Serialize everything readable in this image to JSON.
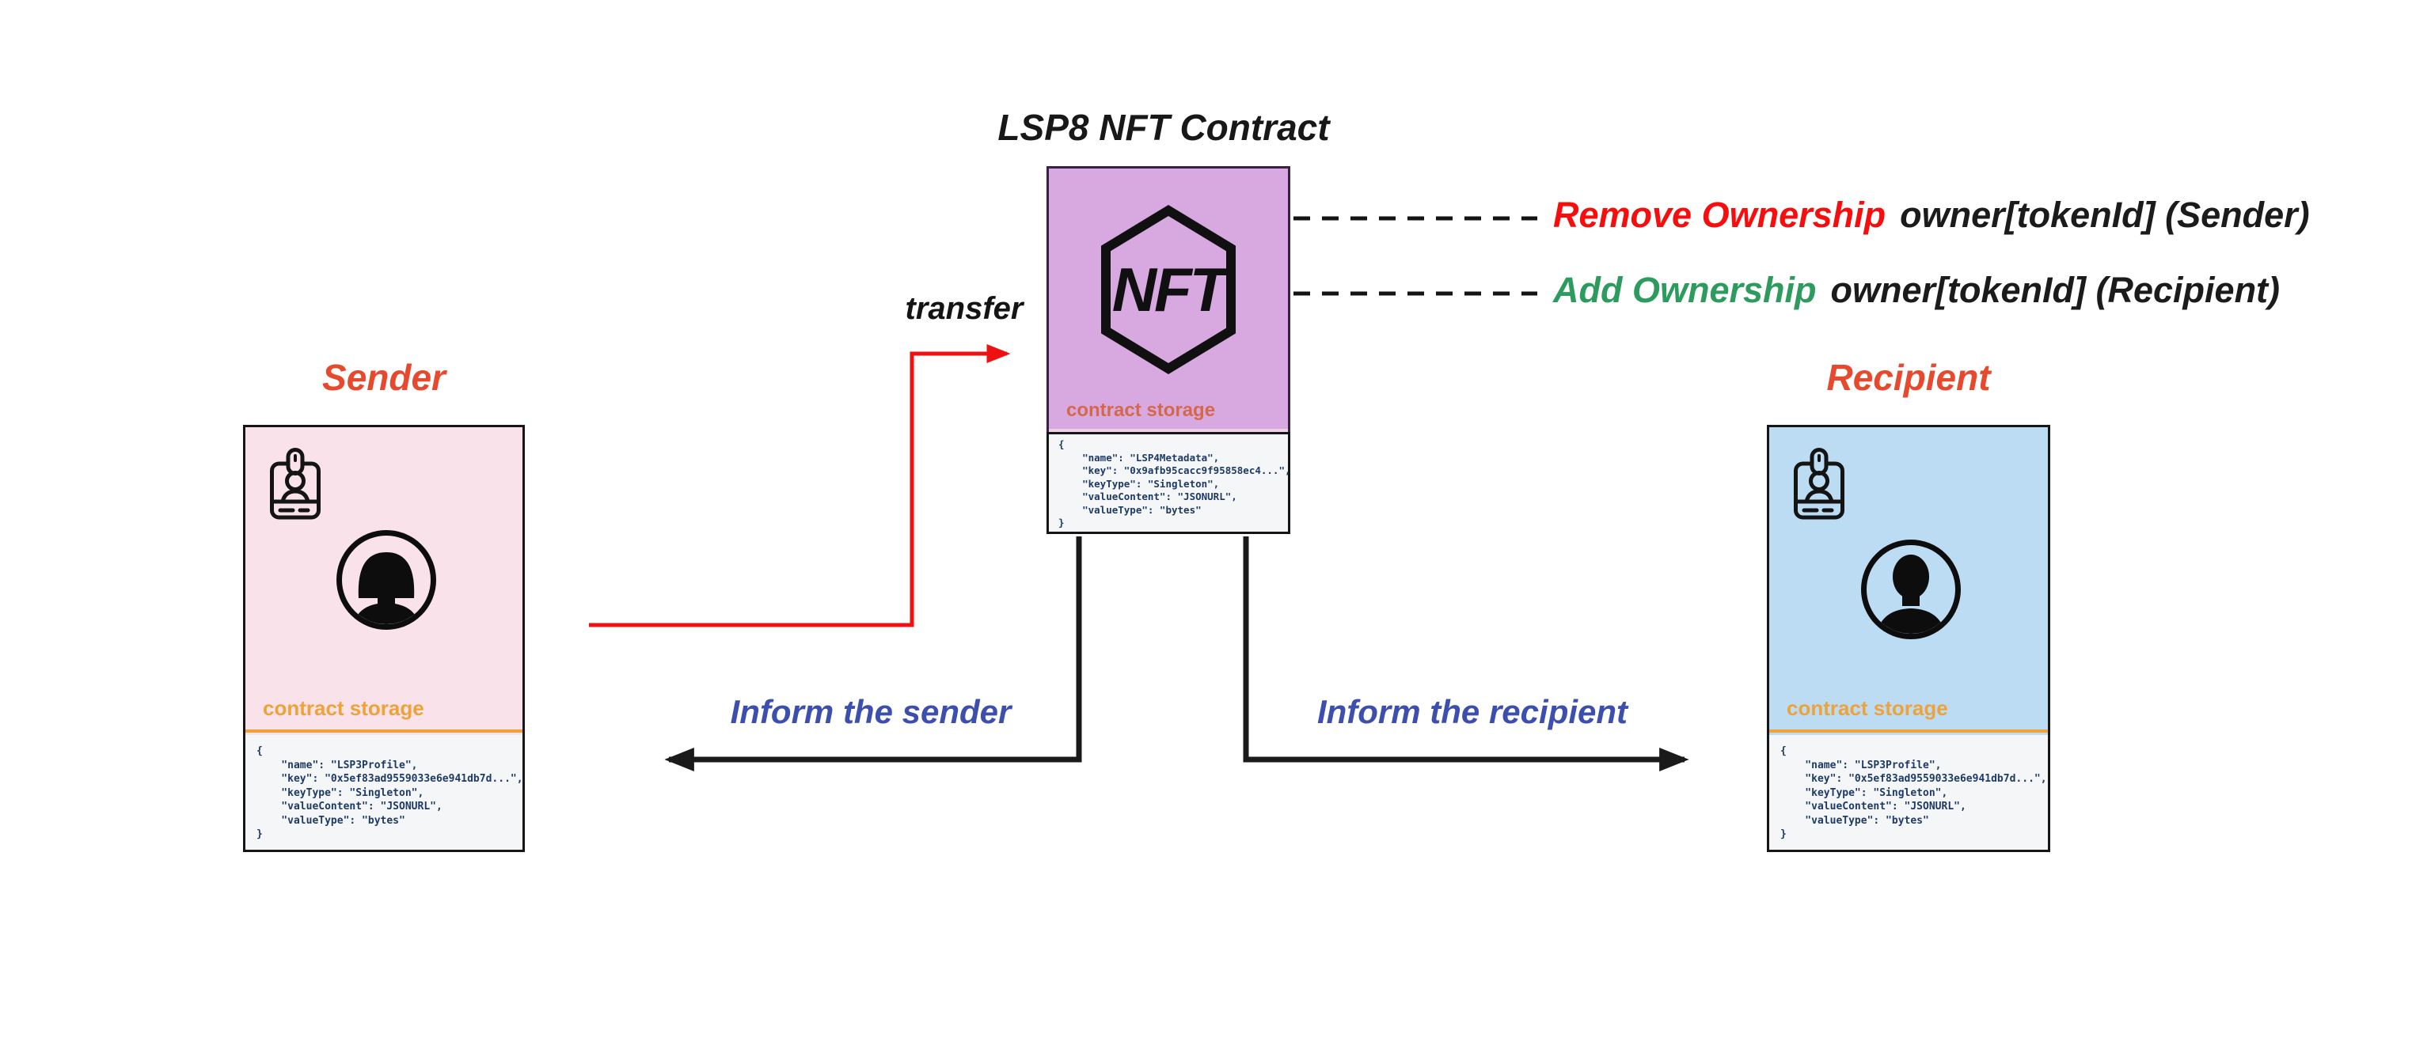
{
  "diagram": {
    "title": "LSP8 NFT Contract",
    "transfer_label": "transfer",
    "inform_sender": "Inform the sender",
    "inform_recipient": "Inform the recipient",
    "annotations": {
      "remove": {
        "action": "Remove Ownership",
        "detail": "owner[tokenId] (Sender)"
      },
      "add": {
        "action": "Add Ownership",
        "detail": "owner[tokenId] (Recipient)"
      }
    }
  },
  "sender": {
    "title": "Sender",
    "storage_label": "contract storage",
    "storage_json": "{\n    \"name\": \"LSP3Profile\",\n    \"key\": \"0x5ef83ad9559033e6e941db7d...\",\n    \"keyType\": \"Singleton\",\n    \"valueContent\": \"JSONURL\",\n    \"valueType\": \"bytes\"\n}"
  },
  "nft_contract": {
    "logo_text": "NFT",
    "storage_label": "contract storage",
    "storage_json": "{\n    \"name\": \"LSP4Metadata\",\n    \"key\": \"0x9afb95cacc9f95858ec4...\",\n    \"keyType\": \"Singleton\",\n    \"valueContent\": \"JSONURL\",\n    \"valueType\": \"bytes\"\n}"
  },
  "recipient": {
    "title": "Recipient",
    "storage_label": "contract storage",
    "storage_json": "{\n    \"name\": \"LSP3Profile\",\n    \"key\": \"0x5ef83ad9559033e6e941db7d...\",\n    \"keyType\": \"Singleton\",\n    \"valueContent\": \"JSONURL\",\n    \"valueType\": \"bytes\"\n}"
  },
  "colors": {
    "red_action": "#f60d0d",
    "green_action": "#2d9b5e",
    "indigo_label": "#3d4fae",
    "orange_storage": "#eda23a",
    "salmon_storage": "#d4694a",
    "party_title_red": "#e6492d",
    "purple_fill": "#d8a8e0",
    "pink_fill": "#f9e2ea",
    "blue_fill": "#bcdcf4",
    "json_text": "#1d3a66",
    "arrow_red": "#ee1111",
    "arrow_black": "#1a1a1a"
  }
}
